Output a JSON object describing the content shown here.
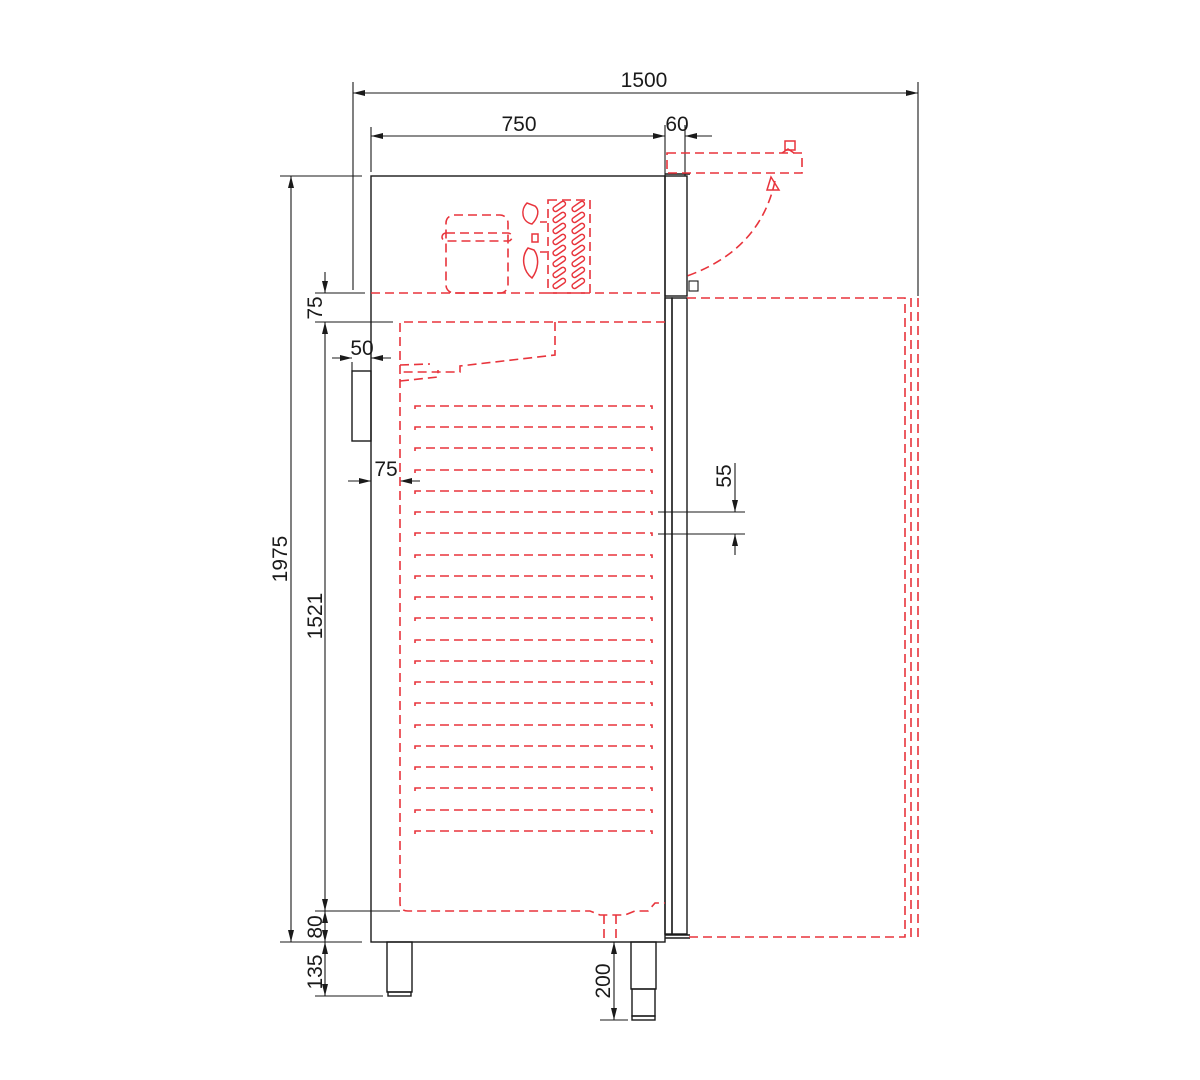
{
  "drawing": {
    "title": "Refrigerator cabinet side elevation with door swing",
    "line_colors": {
      "outline": "#1a1a1a",
      "hidden_internal": "#e8343c"
    },
    "dimensions": {
      "total_width_with_door_open": "1500",
      "cabinet_depth": "750",
      "door_thickness": "60",
      "total_height": "1975",
      "top_compartment_offset": "75",
      "interior_height": "1521",
      "bottom_offset": "80",
      "leg_height": "135",
      "drain_height": "200",
      "handle_offset": "50",
      "side_wall_offset": "75",
      "shelf_spacing": "55"
    },
    "components": {
      "compressor": "compressor-unit",
      "fan": "condenser-fan",
      "condenser": "condenser-coil",
      "shelf_count": 21
    }
  }
}
